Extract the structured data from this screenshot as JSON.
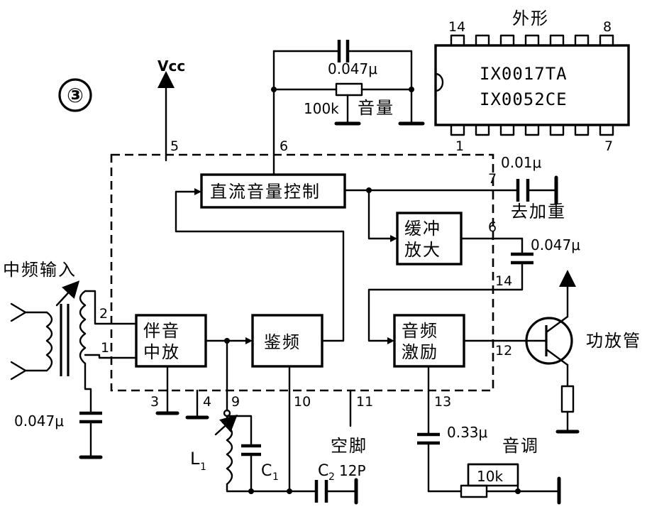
{
  "diagram": {
    "figure_number": "③",
    "vcc_label": "Vcc",
    "blocks": {
      "dc_volume": "直流音量控制",
      "buffer_line1": "缓冲",
      "buffer_line2": "放大",
      "if_line1": "伴音",
      "if_line2": "中放",
      "detector": "鉴频",
      "audio_line1": "音频",
      "audio_line2": "激励"
    },
    "pins": {
      "p1": "1",
      "p2": "2",
      "p3": "3",
      "p4": "4",
      "p5": "5",
      "p6": "6",
      "p7": "7",
      "p6b": "6",
      "p9": "9",
      "p10": "10",
      "p11": "11",
      "p12": "12",
      "p13": "13",
      "p14": "14"
    },
    "labels": {
      "if_input": "中频输入",
      "cap_volume": "0.047μ",
      "volume_pot": "100k",
      "volume_name": "音量",
      "cap_001": "0.01μ",
      "de_emphasis": "去加重",
      "cap_buffer": "0.047μ",
      "power_amp": "功放管",
      "cap_input": "0.047μ",
      "coil": "L",
      "coil_sub": "1",
      "c1": "C",
      "c1_sub": "1",
      "c2": "C",
      "c2_sub": "2",
      "c2_value": "12P",
      "nc_pin": "空脚",
      "cap_033": "0.33μ",
      "tone_name": "音调",
      "tone_pot": "10k"
    },
    "package": {
      "title": "外形",
      "pin_top_left": "14",
      "pin_top_right": "8",
      "pin_bottom_left": "1",
      "pin_bottom_right": "7",
      "part1": "IX0017TA",
      "part2": "IX0052CE"
    }
  }
}
